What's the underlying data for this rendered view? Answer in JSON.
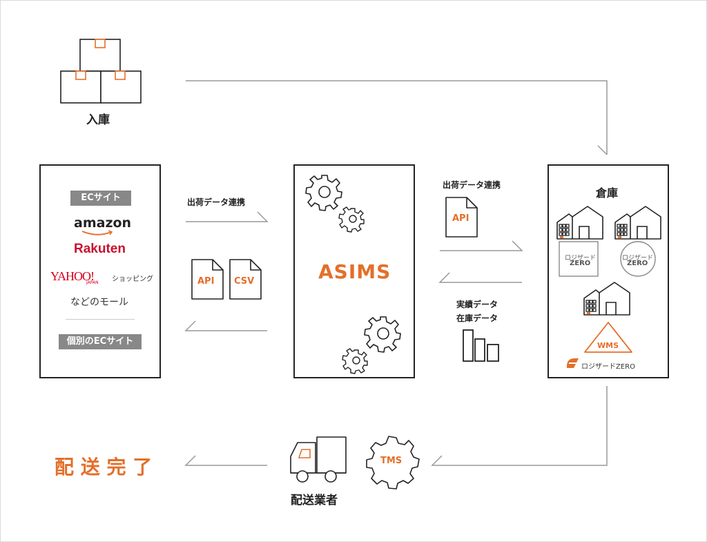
{
  "colors": {
    "accent": "#e46f2a",
    "line": "#999999",
    "ink": "#222222",
    "tag_bg": "#888888"
  },
  "inbound": {
    "label": "入庫",
    "icon": "boxes-icon"
  },
  "ec_panel": {
    "tag_top": "ECサイト",
    "logos": {
      "amazon": "amazon",
      "rakuten": "Rakuten",
      "yahoo": "YAHOO!",
      "yahoo_japan": "JAPAN",
      "yahoo_shopping": "ショッピング"
    },
    "malls_text": "などのモール",
    "tag_bottom": "個別のECサイト"
  },
  "left_flow": {
    "label": "出荷データ連携",
    "docs": [
      "API",
      "CSV"
    ]
  },
  "asims": {
    "title": "ASIMS"
  },
  "right_flow": {
    "top_label": "出荷データ連携",
    "doc": "API",
    "bottom_label_1": "実績データ",
    "bottom_label_2": "在庫データ"
  },
  "warehouse": {
    "title": "倉庫",
    "badge_1_line1": "ロジザード",
    "badge_1_line2": "ZERO",
    "badge_2_line1": "ロジザード",
    "badge_2_line2": "ZERO",
    "wms": "WMS",
    "brand": "ロジザードZERO"
  },
  "delivery": {
    "carrier_label": "配送業者",
    "tms": "TMS",
    "done": "配 送 完 了"
  }
}
